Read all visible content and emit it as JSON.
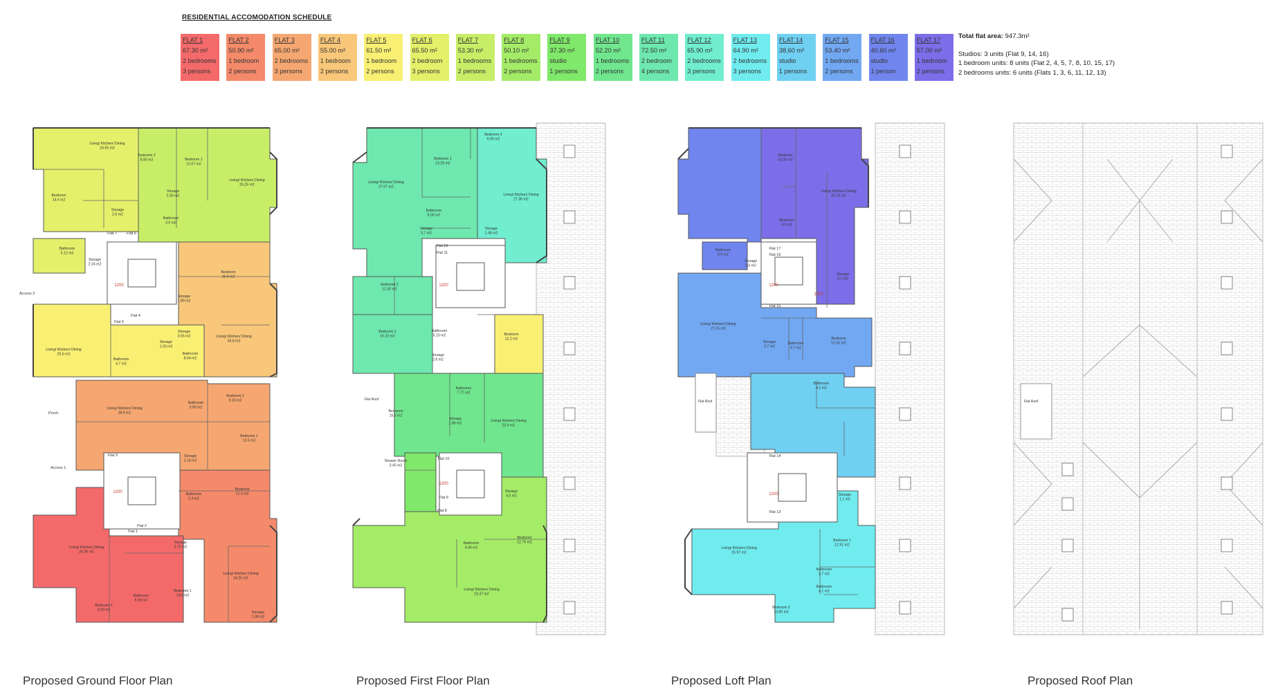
{
  "schedule": {
    "title": "RESIDENTIAL ACCOMODATION SCHEDULE",
    "flats": [
      {
        "name": "FLAT 1",
        "area": "67.30 m²",
        "rooms": "2 bedrooms",
        "persons": "3 persons",
        "color": "#f46a6a"
      },
      {
        "name": "FLAT 2",
        "area": "50.90 m²",
        "rooms": "1 bedroom",
        "persons": "2 persons",
        "color": "#f48a6a"
      },
      {
        "name": "FLAT 3",
        "area": "65.00 m²",
        "rooms": "2 bedrooms",
        "persons": "3 persons",
        "color": "#f6a771"
      },
      {
        "name": "FLAT 4",
        "area": "55.00 m²",
        "rooms": "1 bedroom",
        "persons": "2 persons",
        "color": "#f8c779"
      },
      {
        "name": "FLAT 5",
        "area": "61.50 m²",
        "rooms": "1 bedroom",
        "persons": "2 persons",
        "color": "#f9ef73"
      },
      {
        "name": "FLAT 6",
        "area": "65.50 m²",
        "rooms": "2 bedroom",
        "persons": "3 persons",
        "color": "#e4f06a"
      },
      {
        "name": "FLAT 7",
        "area": "53.30 m²",
        "rooms": "1 bedrooms",
        "persons": "2 persons",
        "color": "#c8ee68"
      },
      {
        "name": "FLAT 8",
        "area": "50.10 m²",
        "rooms": "1 bedrooms",
        "persons": "2 persons",
        "color": "#a4ec67"
      },
      {
        "name": "FLAT 9",
        "area": "37.30 m²",
        "rooms": "studio",
        "persons": "1 persons",
        "color": "#80e86a"
      },
      {
        "name": "FLAT 10",
        "area": "52.20 m²",
        "rooms": "1 bedrooms",
        "persons": "2 persons",
        "color": "#70e68e"
      },
      {
        "name": "FLAT 11",
        "area": "72.50 m²",
        "rooms": "2 bedroom",
        "persons": "4 persons",
        "color": "#6ee8ae"
      },
      {
        "name": "FLAT 12",
        "area": "65.90 m²",
        "rooms": "2 bedrooms",
        "persons": "3 persons",
        "color": "#70eecf"
      },
      {
        "name": "FLAT 13",
        "area": "64.90 m²",
        "rooms": "2 bedrooms",
        "persons": "3 persons",
        "color": "#70ecef"
      },
      {
        "name": "FLAT 14",
        "area": "38.60 m²",
        "rooms": "studio",
        "persons": "1 persons",
        "color": "#6fd0f2"
      },
      {
        "name": "FLAT 15",
        "area": "53.40 m²",
        "rooms": "1 bedrooms",
        "persons": "2 persons",
        "color": "#72a8f2"
      },
      {
        "name": "FLAT 16",
        "area": "40.60 m²",
        "rooms": "studio",
        "persons": "1 person",
        "color": "#7086ee"
      },
      {
        "name": "FLAT 17",
        "area": "57.00 m²",
        "rooms": "1 bedroom",
        "persons": "2 persons",
        "color": "#7c6ee8"
      }
    ]
  },
  "summary": {
    "total_label": "Total flat area:",
    "total_value": "947.3m²",
    "studios": "Studios: 3 units (Flat 9, 14, 16)",
    "one_bed": "1 bedroom units: 8 units (Flat 2, 4, 5, 7, 8, 10, 15, 17)",
    "two_bed": "2 bedrooms units: 6 units (Flats 1, 3, 6, 11, 12, 13)"
  },
  "plans": {
    "ground": {
      "caption": "Proposed Ground Floor Plan",
      "labels": {
        "access1": "Access 1",
        "access2": "Access 2",
        "porch": "Porch",
        "flat1": "Flat 1",
        "flat2": "Flat 2",
        "flat3": "Flat 3",
        "flat4": "Flat 4",
        "flat5": "Flat 5",
        "flat6": "Flat 6",
        "flat7": "Flat 7",
        "dim_upper": "1200",
        "dim_lower": "1200"
      },
      "rooms": [
        {
          "name": "Living/ Kitchen/ Dining",
          "area": "24.55 m2"
        },
        {
          "name": "Bedroom 2",
          "area": "8.80 m2"
        },
        {
          "name": "Bedroom 1",
          "area": "12.07 m2"
        },
        {
          "name": "Living/ Kitchen/ Dining",
          "area": "26.25 m2"
        },
        {
          "name": "Bedroom",
          "area": "14.6 m2"
        },
        {
          "name": "Storage",
          "area": "2.00 m2"
        },
        {
          "name": "Storage",
          "area": "2.6 m2"
        },
        {
          "name": "Bathroom",
          "area": "3.6 m2"
        },
        {
          "name": "Bathroom",
          "area": "5.12 m2"
        },
        {
          "name": "Storage",
          "area": "2.24 m2"
        },
        {
          "name": "Bedroom",
          "area": "16.5 m2"
        },
        {
          "name": "Storage",
          "area": "1.80 m2"
        },
        {
          "name": "Living/ Kitchen/ Dining",
          "area": "25.6 m2"
        },
        {
          "name": "Storage",
          "area": "3.55 m2"
        },
        {
          "name": "Living/ Kitchen/ Dining",
          "area": "34.8 m2"
        },
        {
          "name": "Storage",
          "area": "1.03 m2"
        },
        {
          "name": "Bathroom",
          "area": "8.64 m2"
        },
        {
          "name": "Bathroom",
          "area": "4.7 m2"
        },
        {
          "name": "Living/ Kitchen/ Dining",
          "area": "28.9 m2"
        },
        {
          "name": "Bathroom",
          "area": "3.80 m2"
        },
        {
          "name": "Bedroom 2",
          "area": "9.33 m2"
        },
        {
          "name": "Bedroom 1",
          "area": "13.5 m2"
        },
        {
          "name": "Storage",
          "area": "2.16 m2"
        },
        {
          "name": "Bathroom",
          "area": "5.3 m2"
        },
        {
          "name": "Bedroom",
          "area": "12.3 m2"
        },
        {
          "name": "Living/ Kitchen/ Dining",
          "area": "26.30 m2"
        },
        {
          "name": "Storage",
          "area": "3.72 m2"
        },
        {
          "name": "Living/ Kitchen/ Dining",
          "area": "24.25 m2"
        },
        {
          "name": "Bedroom 2",
          "area": "9.00 m2"
        },
        {
          "name": "Bathroom",
          "area": "6.00 m2"
        },
        {
          "name": "Bedroom 1",
          "area": "14.6 m2"
        },
        {
          "name": "Storage",
          "area": "1.08 m2"
        }
      ]
    },
    "first": {
      "caption": "Proposed First Floor Plan",
      "labels": {
        "flat_roof": "Flat Roof",
        "flat8": "Flat 8",
        "flat9": "Flat 9",
        "flat10": "Flat 10",
        "flat11": "Flat 11",
        "flat12": "Flat 12",
        "dim_upper": "1200",
        "dim_lower": "1200"
      },
      "rooms": [
        {
          "name": "Bedroom 2",
          "area": "9.00 m2"
        },
        {
          "name": "Bedroom 1",
          "area": "13.29 m2"
        },
        {
          "name": "Living/ Kitchen/ Dining",
          "area": "27.07 m2"
        },
        {
          "name": "Living/ Kitchen/ Dining",
          "area": "27.36 m2"
        },
        {
          "name": "Bathroom",
          "area": "6.00 m2"
        },
        {
          "name": "Storage",
          "area": "0.7 m2"
        },
        {
          "name": "Storage",
          "area": "1.48 m2"
        },
        {
          "name": "Bedroom 2",
          "area": "12.30 m2"
        },
        {
          "name": "Bedroom 1",
          "area": "15.23 m2"
        },
        {
          "name": "Bathroom",
          "area": "5.10 m2"
        },
        {
          "name": "Storage",
          "area": "2.6 m2"
        },
        {
          "name": "Bedroom",
          "area": "12.2 m2"
        },
        {
          "name": "Bathroom",
          "area": "7.77 m2"
        },
        {
          "name": "Bedroom",
          "area": "15.6 m2"
        },
        {
          "name": "Storage",
          "area": "1.86 m2"
        },
        {
          "name": "Living/ Kitchen/ Dining",
          "area": "23.4 m2"
        },
        {
          "name": "Shower Room",
          "area": "3.45 m2"
        },
        {
          "name": "Storage",
          "area": "4.5 m2"
        },
        {
          "name": "Bathroom",
          "area": "4.06 m2"
        },
        {
          "name": "Bedroom",
          "area": "12.76 m2"
        },
        {
          "name": "Living/ Kitchen/ Dining",
          "area": "23.37 m2"
        }
      ]
    },
    "loft": {
      "caption": "Proposed Loft Plan",
      "labels": {
        "flat_roof": "Flat Roof",
        "flat13": "Flat 13",
        "flat14": "Flat 14",
        "flat15": "Flat 15",
        "flat16": "Flat 16",
        "flat17": "Flat 17",
        "dim_a": "1200",
        "dim_b": "1200",
        "dim_c": "1200"
      },
      "rooms": [
        {
          "name": "Bedroom",
          "area": "10.20 m2"
        },
        {
          "name": "Living/ Kitchen/ Dining",
          "area": "25.70 m2"
        },
        {
          "name": "Bedroom",
          "area": "4.3 m2"
        },
        {
          "name": "Bathroom",
          "area": "5.5 m2"
        },
        {
          "name": "Storage",
          "area": "0.6 m2"
        },
        {
          "name": "Storage",
          "area": "9.2 m2"
        },
        {
          "name": "Living/ Kitchen/ Dining",
          "area": "27.15 m2"
        },
        {
          "name": "Storage",
          "area": "3.7 m2"
        },
        {
          "name": "Bathroom",
          "area": "6.7 m2"
        },
        {
          "name": "Bedroom",
          "area": "12.52 m2"
        },
        {
          "name": "Bathroom",
          "area": "4.1 m2"
        },
        {
          "name": "Storage",
          "area": "1.1 m2"
        },
        {
          "name": "Bedroom 1",
          "area": "12.92 m2"
        },
        {
          "name": "Living/ Kitchen/ Dining",
          "area": "25.97 m2"
        },
        {
          "name": "Bathroom",
          "area": "3.7 m2"
        },
        {
          "name": "Bathroom",
          "area": "4.1 m2"
        },
        {
          "name": "Bedroom 2",
          "area": "10.80 m2"
        }
      ]
    },
    "roof": {
      "caption": "Proposed Roof Plan",
      "labels": {
        "flat_roof": "Flat Roof"
      }
    }
  }
}
